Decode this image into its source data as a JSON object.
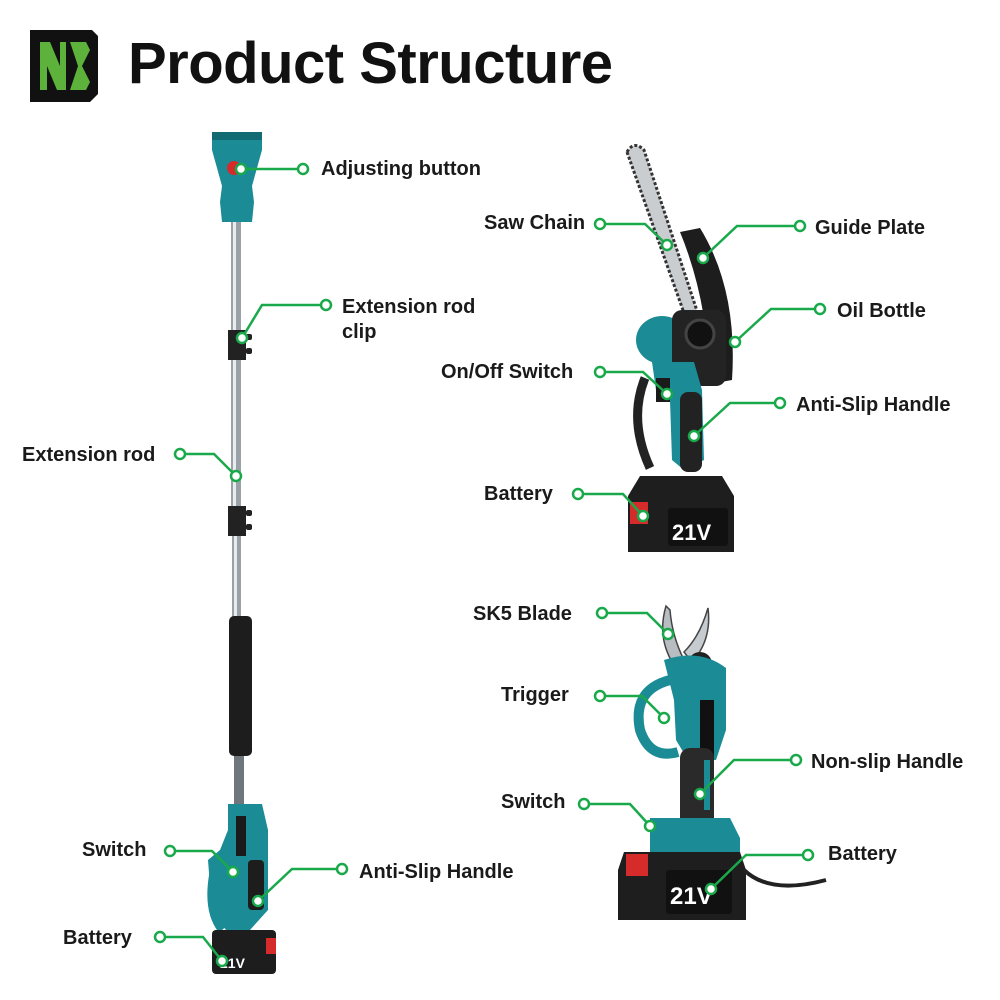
{
  "header": {
    "logo": "NE-brand-logo",
    "title": "Product Structure"
  },
  "colors": {
    "accent_green": "#19a94b",
    "logo_green": "#5db23c",
    "tool_teal": "#1b8c96",
    "text": "#1a1a1a"
  },
  "pole_saw": {
    "labels": {
      "adjusting_button": "Adjusting button",
      "extension_rod_clip_line1": "Extension rod",
      "extension_rod_clip_line2": "clip",
      "extension_rod": "Extension rod",
      "switch": "Switch",
      "anti_slip_handle": "Anti-Slip Handle",
      "battery": "Battery"
    }
  },
  "chainsaw": {
    "labels": {
      "saw_chain": "Saw Chain",
      "guide_plate": "Guide Plate",
      "oil_bottle": "Oil Bottle",
      "on_off_switch": "On/Off Switch",
      "anti_slip_handle": "Anti-Slip Handle",
      "battery": "Battery"
    },
    "battery_voltage": "21V"
  },
  "pruner": {
    "labels": {
      "sk5_blade": "SK5 Blade",
      "trigger": "Trigger",
      "non_slip_handle": "Non-slip Handle",
      "switch": "Switch",
      "battery": "Battery"
    },
    "battery_voltage": "21V"
  }
}
